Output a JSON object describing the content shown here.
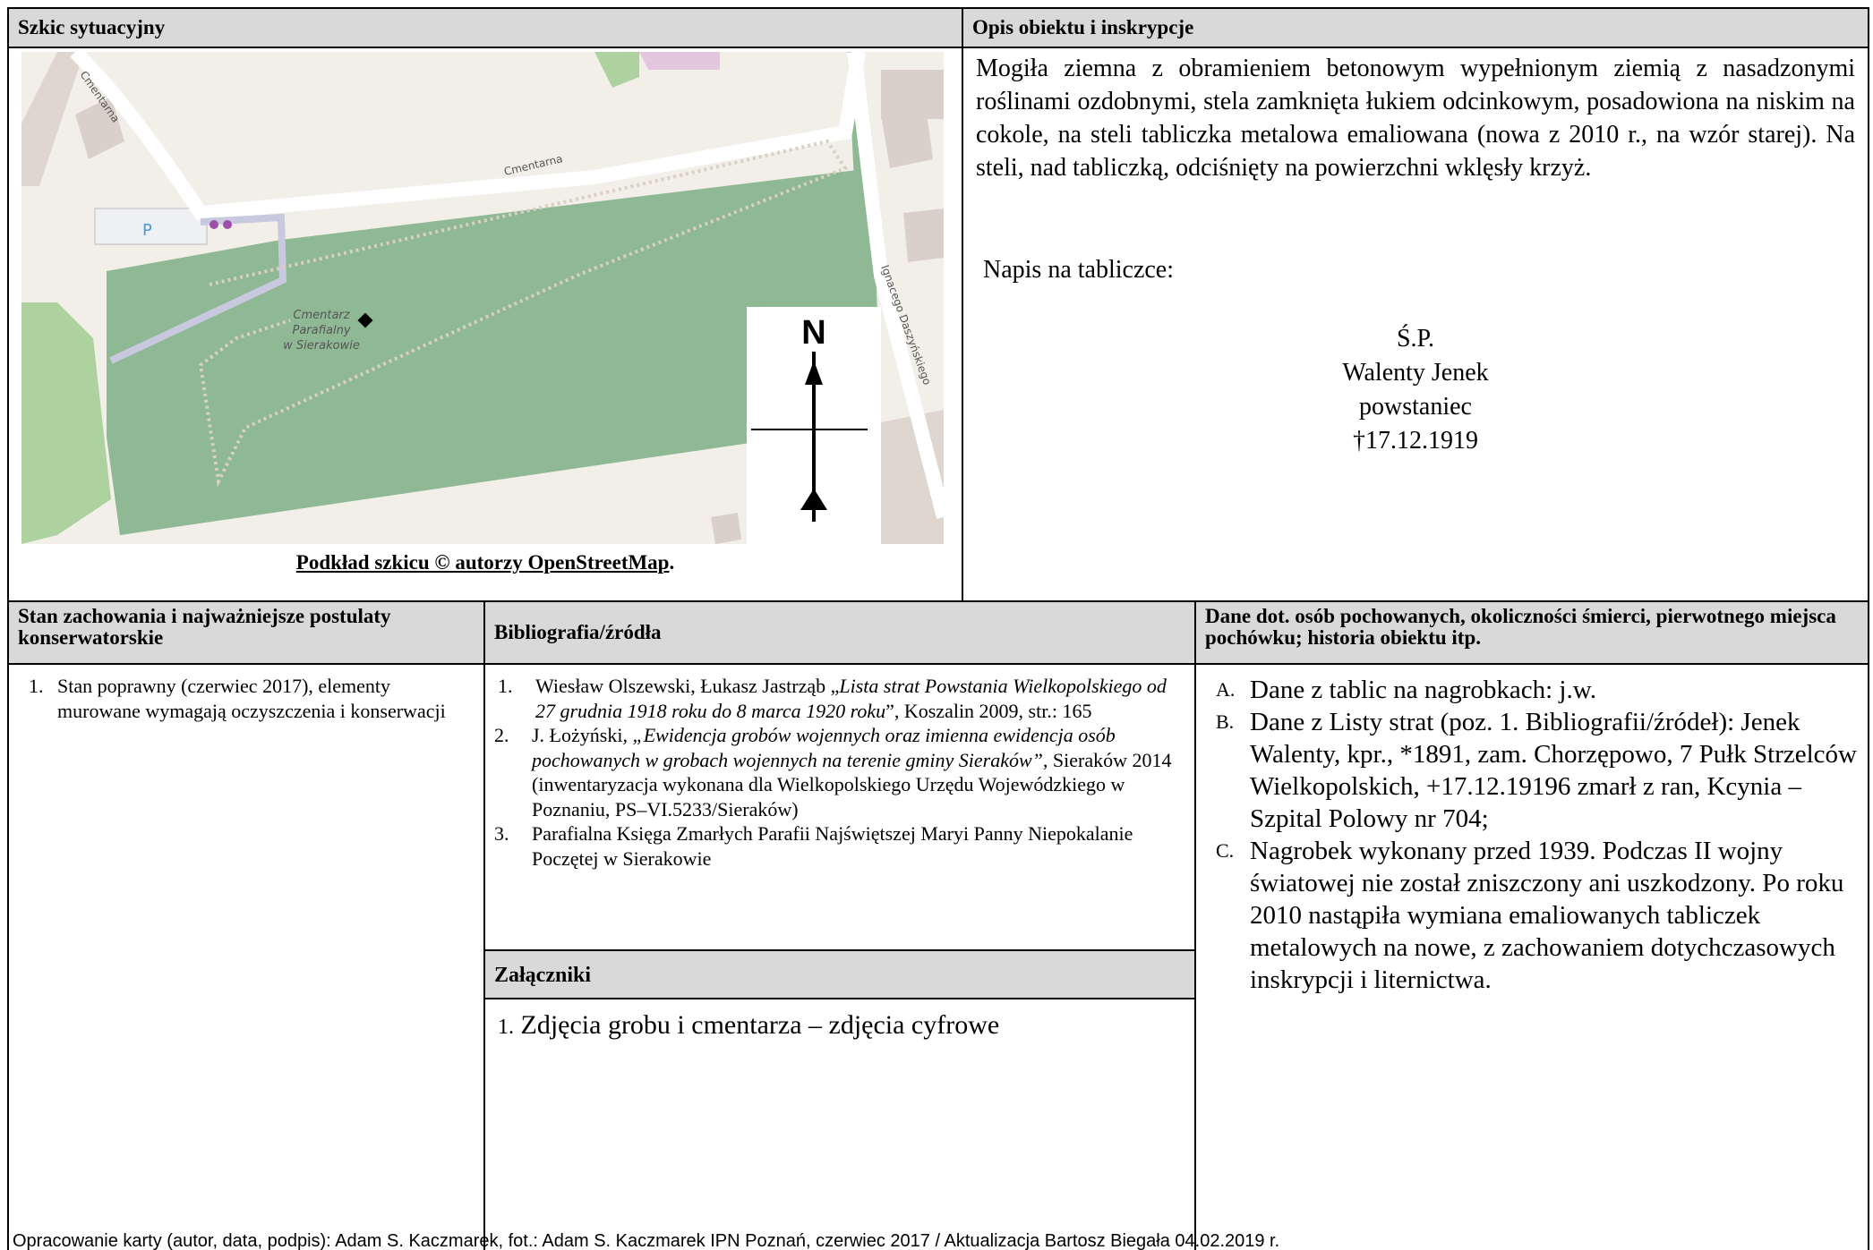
{
  "sketch": {
    "header": "Szkic sytuacyjny",
    "map": {
      "street_cmentarna_1": "Cmentarna",
      "street_cmentarna_2": "Cmentarna",
      "street_daszynskiego": "Ignacego Daszyńskiego",
      "parking": "P",
      "cemetery_label_1": "Cmentarz",
      "cemetery_label_2": "Parafialny",
      "cemetery_label_3": "w Sierakowie",
      "north": "N",
      "colors": {
        "cemetery": "#8fb895",
        "land": "#f2efe9",
        "road": "#ffffff",
        "building": "#d9d0c9",
        "wood": "#aed1a0"
      }
    },
    "credit": "Podkład szkicu © autorzy OpenStreetMap",
    "credit_suffix": "."
  },
  "description": {
    "header": "Opis obiektu i inskrypcje",
    "text": "Mogiła ziemna z obramieniem betonowym wypełnionym ziemią z nasadzonymi roślinami ozdobnymi, stela zamknięta łukiem odcinkowym, posadowiona na niskim na cokole, na steli tabliczka metalowa emaliowana (nowa z 2010 r., na wzór starej). Na steli, nad tabliczką, odciśnięty na powierzchni wklęsły krzyż.",
    "inscription_label": "Napis na tabliczce:",
    "inscription": [
      "Ś.P.",
      "Walenty Jenek",
      "powstaniec",
      "†17.12.1919"
    ]
  },
  "state": {
    "header": "Stan zachowania i najważniejsze postulaty konserwatorskie",
    "items": [
      {
        "num": "1.",
        "text": "Stan poprawny (czerwiec 2017), elementy murowane wymagają oczyszczenia i konserwacji"
      }
    ]
  },
  "bibliography": {
    "header": "Bibliografia/źródła",
    "items": [
      {
        "num": "1.",
        "pre": "Wiesław Olszewski, Łukasz Jastrząb „",
        "italic": "Lista strat Powstania Wielkopolskiego od 27 grudnia 1918 roku do 8 marca 1920 roku",
        "post": "”, Koszalin 2009, str.: 165"
      },
      {
        "num": "2.",
        "pre": "J. Łożyński",
        "italic": ", „Ewidencja grobów wojennych oraz imienna ewidencja osób pochowanych w grobach wojennych na terenie gminy Sieraków”",
        "post": ", Sieraków 2014 (inwentaryzacja wykonana dla Wielkopolskiego Urzędu Wojewódzkiego w Poznaniu, PS–VI.5233/Sieraków)"
      },
      {
        "num": "3.",
        "pre": "Parafialna Księga Zmarłych Parafii Najświętszej Maryi Panny Niepokalanie Poczętej w Sierakowie",
        "italic": "",
        "post": ""
      }
    ],
    "attachments_header": "Załączniki",
    "attachments_num": "1.",
    "attachments_text": "Zdjęcia grobu i cmentarza – zdjęcia cyfrowe"
  },
  "persons": {
    "header": "Dane dot. osób pochowanych, okoliczności śmierci, pierwotnego miejsca pochówku; historia obiektu itp.",
    "items": [
      {
        "mark": "A.",
        "text": "Dane z tablic na nagrobkach: j.w."
      },
      {
        "mark": "B.",
        "text": "Dane z Listy strat (poz. 1. Bibliografii/źródeł): Jenek Walenty, kpr., *1891, zam. Chorzępowo, 7 Pułk Strzelców Wielkopolskich, +17.12.19196 zmarł z ran, Kcynia – Szpital Polowy nr 704;"
      },
      {
        "mark": "C.",
        "text": "Nagrobek wykonany przed 1939. Podczas II wojny światowej nie został zniszczony ani uszkodzony. Po roku 2010 nastąpiła wymiana emaliowanych tabliczek metalowych na nowe, z zachowaniem dotychczasowych inskrypcji i liternictwa."
      }
    ]
  },
  "footer": "Opracowanie karty (autor, data, podpis): Adam S. Kaczmarek, fot.: Adam S. Kaczmarek IPN Poznań, czerwiec 2017 / Aktualizacja Bartosz Biegała 04.02.2019 r."
}
